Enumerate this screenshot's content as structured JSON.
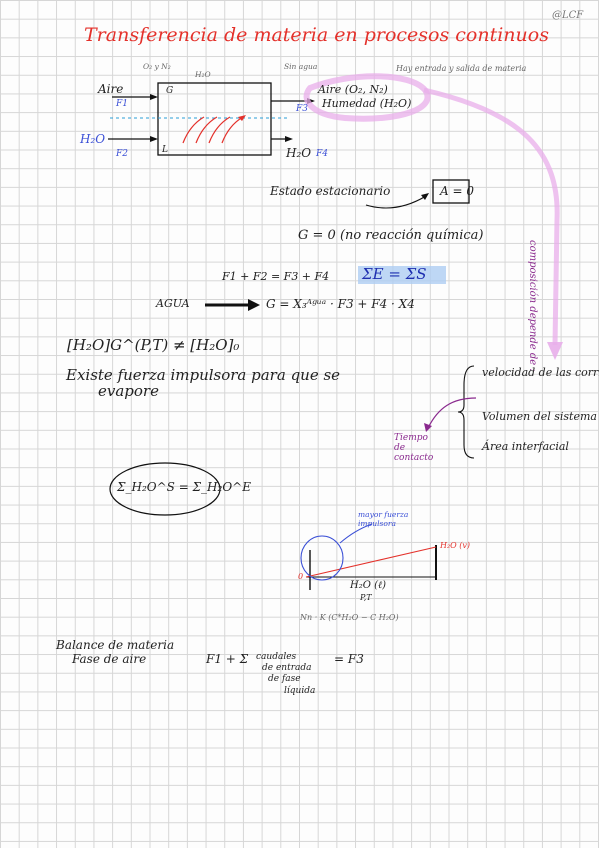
{
  "signature": "@LCF",
  "title": "Transferencia de materia en procesos continuos",
  "labels": {
    "o2_n2": "O₂ y N₂",
    "h2o_small": "H₂O",
    "sin_agua": "Sin agua",
    "hay_entrada": "Hay entrada y salida de materia",
    "aire": "Aire",
    "f1": "F1",
    "g": "G",
    "l": "L",
    "h2o_in": "H₂O",
    "f2": "F2",
    "aire_out": "Aire (O₂, N₂)",
    "humedad": "Humedad (H₂O)",
    "f3": "F3",
    "h2o_out": "H₂O",
    "f4": "F4"
  },
  "equations": {
    "estado": "Estado estacionario",
    "acc": "A = 0",
    "g0": "G = 0 (no reacción química)",
    "balance": "F1 + F2 = F3 + F4",
    "sum_e_s": "ΣE = ΣS",
    "agua_label": "AGUA",
    "agua_eq": "G = X₃ᴬᵍᵘᵃ · F3 + F4 · X4",
    "conc": "[H₂O]G^(P,T) ≠ [H₂O]₀",
    "fuerza1": "Existe fuerza impulsora para que se",
    "fuerza2": "evapore",
    "sigma_eq": "Σ_H₂O^S = Σ_H₂O^E"
  },
  "composition": {
    "side_note": "composición depende de :",
    "items": [
      "velocidad de las corrientes (Fi,j)",
      "Volumen del sistema",
      "Área interfacial"
    ],
    "tiempo": "Tiempo de contacto"
  },
  "graph": {
    "mayor_fuerza": "mayor fuerza impulsora",
    "h2o_v": "H₂O (v)",
    "h2o_l": "H₂O (ℓ)",
    "zero": "0",
    "pt": "P,T",
    "flux": "Nn · K (C*H₂O − C H₂O)"
  },
  "balance_section": {
    "line1": "Balance de materia",
    "line2": "Fase de aire",
    "eq_left": "F1 + Σ",
    "caudales1": "caudales",
    "caudales2": "de entrada",
    "caudales3": "de fase",
    "caudales4": "líquida",
    "eq_right": "= F3"
  }
}
